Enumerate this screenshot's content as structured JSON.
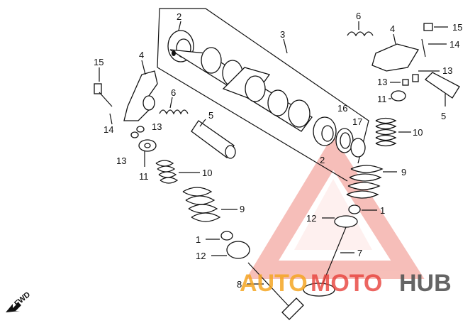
{
  "callouts": {
    "c1": "2",
    "c2": "3",
    "c3": "6",
    "c4": "4",
    "c5": "15",
    "c6": "14",
    "c7": "13",
    "c8": "15",
    "c9": "4",
    "c10": "6",
    "c11": "5",
    "c12": "13",
    "c13": "14",
    "c14": "13",
    "c15": "11",
    "c16": "10",
    "c17": "11",
    "c18": "5",
    "c19": "16",
    "c20": "17",
    "c21": "10",
    "c22": "2",
    "c23": "9",
    "c24": "9",
    "c25": "1",
    "c26": "12",
    "c27": "1",
    "c28": "12",
    "c29": "7",
    "c30": "8"
  },
  "fwd_label": "FWD",
  "watermark": {
    "part1": "AUTO",
    "part2": "MOTO",
    "part3": "HUB",
    "color_orange": "#f5a623",
    "color_red": "#e8403a",
    "color_gray": "#555555"
  }
}
